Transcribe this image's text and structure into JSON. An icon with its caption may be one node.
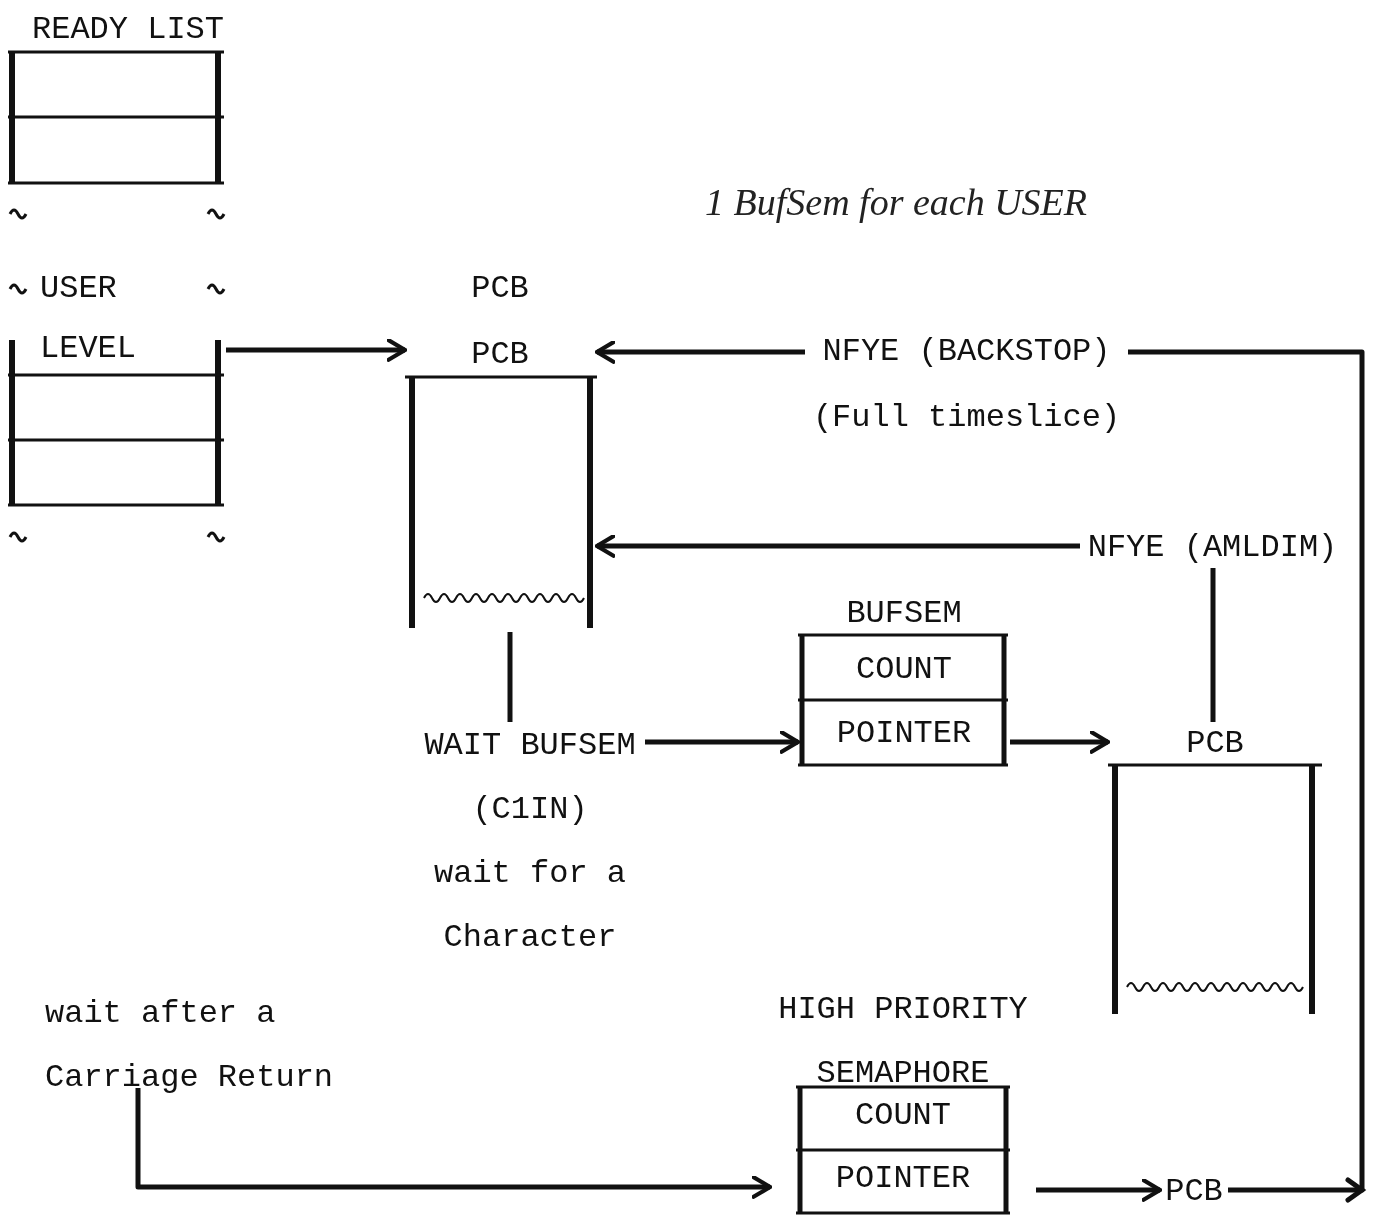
{
  "diagram": {
    "nodes": [
      {
        "text": [
          "READY LIST"
        ]
      },
      {
        "text": [
          "USER LEVEL"
        ]
      },
      {
        "text": [
          "PCB",
          "PCB"
        ]
      },
      {
        "text": [
          "NFYE (BACKSTOP)",
          "(Full timeslice)"
        ]
      },
      {
        "text": [
          "NFYE (AMLDIM)"
        ]
      },
      {
        "text": [
          "WAIT BUFSEM",
          "(C1IN)",
          "wait for a",
          "Character"
        ]
      },
      {
        "text": [
          "BUFSEM",
          "COUNT",
          "POINTER"
        ]
      },
      {
        "text": [
          "PCB"
        ]
      },
      {
        "text": [
          "wait after a Carriage Return"
        ]
      },
      {
        "text": [
          "HIGH PRIORITY SEMAPHORE",
          "COUNT",
          "POINTER"
        ]
      },
      {
        "text": [
          "PCB"
        ]
      }
    ],
    "edges": [
      {
        "from": 1,
        "to": 2,
        "arrow": "to"
      },
      {
        "from": 3,
        "to": 2,
        "arrow": "to"
      },
      {
        "from": 4,
        "to": 2,
        "arrow": "to"
      },
      {
        "from": 2,
        "to": 5,
        "arrow": "none"
      },
      {
        "from": 5,
        "to": 6,
        "arrow": "to"
      },
      {
        "from": 6,
        "to": 7,
        "arrow": "to"
      },
      {
        "from": 4,
        "to": 7,
        "arrow": "none"
      },
      {
        "from": 8,
        "to": 9,
        "arrow": "to"
      },
      {
        "from": 9,
        "to": 10,
        "arrow": "to"
      },
      {
        "from": 10,
        "to": 3,
        "arrow": "to"
      }
    ],
    "labels": [
      "1 BufSem for each USER"
    ]
  }
}
